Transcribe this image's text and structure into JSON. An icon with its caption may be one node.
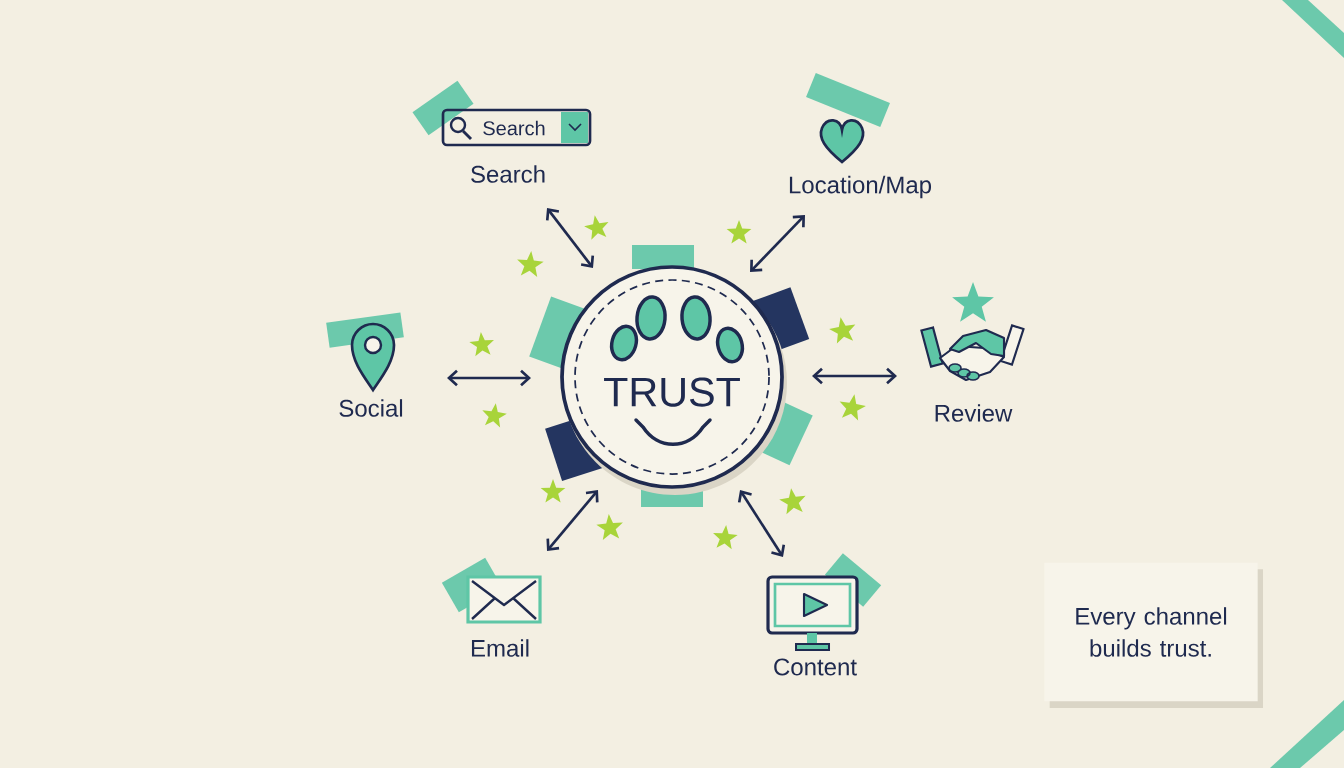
{
  "diagram": {
    "nodes": [
      {
        "text": [
          "TRUST"
        ]
      },
      {
        "text": [
          "Search"
        ]
      },
      {
        "text": [
          "Location/Map"
        ]
      },
      {
        "text": [
          "Social"
        ]
      },
      {
        "text": [
          "Review"
        ]
      },
      {
        "text": [
          "Email"
        ]
      },
      {
        "text": [
          "Content"
        ]
      },
      {
        "text": [
          "Every channel builds trust."
        ]
      }
    ],
    "edges": [
      {
        "from": 0,
        "to": 1,
        "arrow": "both"
      },
      {
        "from": 0,
        "to": 2,
        "arrow": "both"
      },
      {
        "from": 0,
        "to": 3,
        "arrow": "both"
      },
      {
        "from": 0,
        "to": 4,
        "arrow": "both"
      },
      {
        "from": 0,
        "to": 5,
        "arrow": "both"
      },
      {
        "from": 0,
        "to": 6,
        "arrow": "both"
      }
    ],
    "labels": [
      "Search"
    ]
  }
}
